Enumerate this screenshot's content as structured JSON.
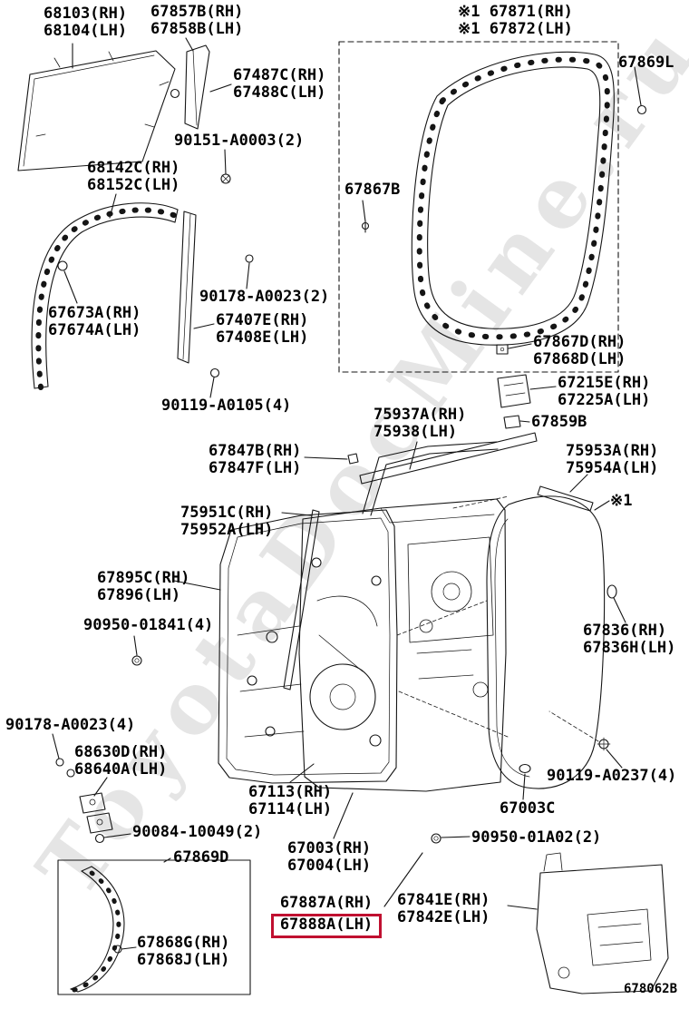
{
  "diagram": {
    "code": "678062B",
    "watermark": "ToyotaDocMine.ru",
    "highlight_color": "#c01030"
  },
  "labels": {
    "l68103": {
      "l1": "68103(RH)",
      "l2": "68104(LH)"
    },
    "l67857B": {
      "l1": "67857B(RH)",
      "l2": "67858B(LH)"
    },
    "l67871": {
      "l1": "※1 67871(RH)",
      "l2": "※1 67872(LH)"
    },
    "l67869L": {
      "l1": "67869L"
    },
    "l67487C": {
      "l1": "67487C(RH)",
      "l2": "67488C(LH)"
    },
    "p90151": {
      "l1": "90151-A0003(2)"
    },
    "l68142C": {
      "l1": "68142C(RH)",
      "l2": "68152C(LH)"
    },
    "l67867B": {
      "l1": "67867B"
    },
    "p90178a": {
      "l1": "90178-A0023(2)"
    },
    "l67673A": {
      "l1": "67673A(RH)",
      "l2": "67674A(LH)"
    },
    "l67407E": {
      "l1": "67407E(RH)",
      "l2": "67408E(LH)"
    },
    "l67867D": {
      "l1": "67867D(RH)",
      "l2": "67868D(LH)"
    },
    "p90119a": {
      "l1": "90119-A0105(4)"
    },
    "l67215E": {
      "l1": "67215E(RH)",
      "l2": "67225A(LH)"
    },
    "l75937A": {
      "l1": "75937A(RH)",
      "l2": "75938(LH)"
    },
    "l67859B": {
      "l1": "67859B"
    },
    "l67847B": {
      "l1": "67847B(RH)",
      "l2": "67847F(LH)"
    },
    "l75953A": {
      "l1": "75953A(RH)",
      "l2": "75954A(LH)"
    },
    "l75951C": {
      "l1": "75951C(RH)",
      "l2": "75952A(LH)"
    },
    "star1": {
      "l1": "※1"
    },
    "l67895C": {
      "l1": "67895C(RH)",
      "l2": "67896(LH)"
    },
    "p90950a": {
      "l1": "90950-01841(4)"
    },
    "l67836": {
      "l1": "67836(RH)",
      "l2": "67836H(LH)"
    },
    "p90178b": {
      "l1": "90178-A0023(4)"
    },
    "l68630D": {
      "l1": "68630D(RH)",
      "l2": "68640A(LH)"
    },
    "l67113": {
      "l1": "67113(RH)",
      "l2": "67114(LH)"
    },
    "p90119b": {
      "l1": "90119-A0237(4)"
    },
    "l67003C": {
      "l1": "67003C"
    },
    "p90084": {
      "l1": "90084-10049(2)"
    },
    "l67869D": {
      "l1": "67869D"
    },
    "l67003": {
      "l1": "67003(RH)",
      "l2": "67004(LH)"
    },
    "p90950b": {
      "l1": "90950-01A02(2)"
    },
    "l67887A": {
      "l1": "67887A(RH)",
      "l2": "67888A(LH)"
    },
    "l67841E": {
      "l1": "67841E(RH)",
      "l2": "67842E(LH)"
    },
    "l67868G": {
      "l1": "67868G(RH)",
      "l2": "67868J(LH)"
    }
  }
}
